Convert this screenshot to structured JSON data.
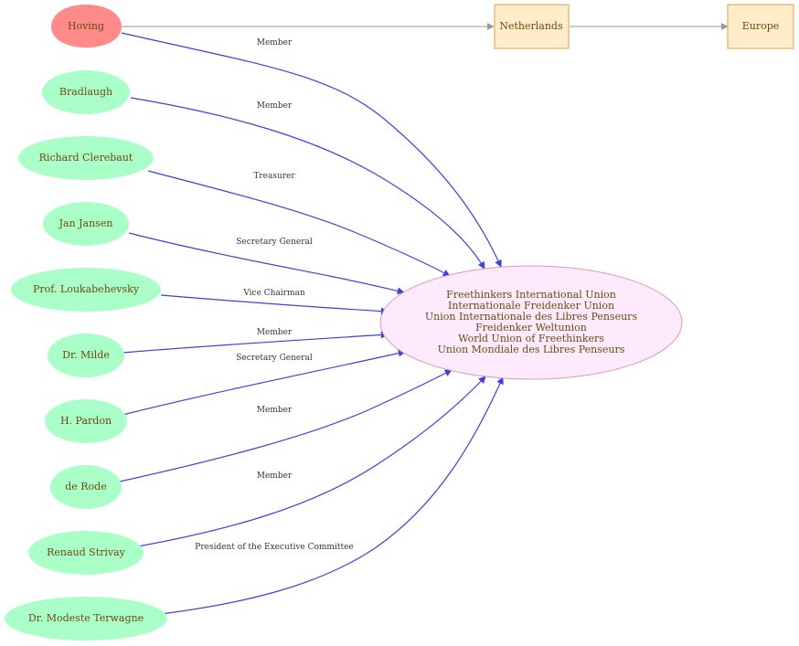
{
  "colors": {
    "person_fill": "#aaffc8",
    "highlight_fill": "#ff8a8a",
    "hub_fill": "#fdeafd",
    "hub_stroke": "#e19aa5",
    "place_fill": "#ffedc9",
    "place_stroke": "#d8a050",
    "member_edge": "#3f3fe0",
    "location_edge": "#999999",
    "label_text": "#6b4a10",
    "edge_text": "#333333"
  },
  "hub": {
    "lines": [
      "Freethinkers International Union",
      "Internationale Freidenker Union",
      "Union Internationale des Libres Penseurs",
      "Freidenker Weltunion",
      "World Union of Freethinkers",
      "Union Mondiale des Libres Penseurs"
    ]
  },
  "people": [
    {
      "name": "Hoving",
      "role": "Member",
      "highlight": true
    },
    {
      "name": "Bradlaugh",
      "role": "Member"
    },
    {
      "name": "Richard Clerebaut",
      "role": "Treasurer"
    },
    {
      "name": "Jan Jansen",
      "role": "Secretary General"
    },
    {
      "name": "Prof. Loukabehevsky",
      "role": "Vice Chairman"
    },
    {
      "name": "Dr. Milde",
      "role": "Member"
    },
    {
      "name": "H. Pardon",
      "role": "Secretary General"
    },
    {
      "name": "de Rode",
      "role": "Member"
    },
    {
      "name": "Renaud Strivay",
      "role": "Member"
    },
    {
      "name": "Dr. Modeste Terwagne",
      "role": "President of the Executive Committee"
    }
  ],
  "places": [
    {
      "name": "Netherlands"
    },
    {
      "name": "Europe"
    }
  ]
}
